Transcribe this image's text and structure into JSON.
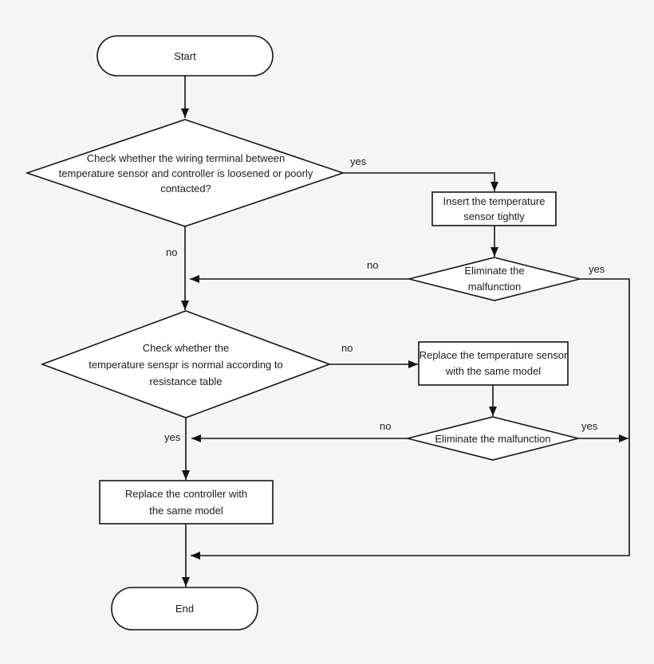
{
  "diagram": {
    "type": "flowchart",
    "colors": {
      "background": "#f5f5f5",
      "shape_fill": "#ffffff",
      "line": "#141414",
      "text": "#1b1b1b"
    },
    "nodes": {
      "start": {
        "type": "terminator",
        "lines": [
          "Start"
        ]
      },
      "check_wiring_terminal": {
        "type": "decision",
        "lines": [
          "Check whether the wiring terminal between",
          "temperature sensor and controller is loosened or poorly",
          "contacted?"
        ]
      },
      "insert_sensor": {
        "type": "process",
        "lines": [
          "Insert the temperature",
          "sensor tightly"
        ]
      },
      "eliminate_malfunction_1": {
        "type": "decision",
        "lines": [
          "Eliminate the",
          "malfunction"
        ]
      },
      "check_sensor_normal": {
        "type": "decision",
        "lines": [
          "Check whether the",
          "temperature senspr is normal according to",
          "resistance table"
        ]
      },
      "replace_sensor": {
        "type": "process",
        "lines": [
          "Replace the temperature sensor",
          "with the same model"
        ]
      },
      "eliminate_malfunction_2": {
        "type": "decision",
        "lines": [
          "Eliminate the malfunction"
        ]
      },
      "replace_controller": {
        "type": "process",
        "lines": [
          "Replace the controller with",
          "the same model"
        ]
      },
      "end": {
        "type": "terminator",
        "lines": [
          "End"
        ]
      }
    },
    "edges": [
      {
        "id": "start-to-wiring",
        "from": "start",
        "to": "check_wiring_terminal",
        "label": ""
      },
      {
        "id": "wiring-yes",
        "from": "check_wiring_terminal",
        "to": "insert_sensor",
        "label": "yes"
      },
      {
        "id": "insert-to-eliminate1",
        "from": "insert_sensor",
        "to": "eliminate_malfunction_1",
        "label": ""
      },
      {
        "id": "eliminate1-no",
        "from": "eliminate_malfunction_1",
        "to": "check_sensor_normal",
        "label": "no"
      },
      {
        "id": "wiring-no",
        "from": "check_wiring_terminal",
        "to": "check_sensor_normal",
        "label": "no"
      },
      {
        "id": "eliminate1-yes",
        "from": "eliminate_malfunction_1",
        "to": "end",
        "label": "yes"
      },
      {
        "id": "sensor-no",
        "from": "check_sensor_normal",
        "to": "replace_sensor",
        "label": "no"
      },
      {
        "id": "replace-sensor-to-eliminate2",
        "from": "replace_sensor",
        "to": "eliminate_malfunction_2",
        "label": ""
      },
      {
        "id": "eliminate2-no",
        "from": "eliminate_malfunction_2",
        "to": "replace_controller",
        "label": "no"
      },
      {
        "id": "eliminate2-yes",
        "from": "eliminate_malfunction_2",
        "to": "end",
        "label": "yes"
      },
      {
        "id": "sensor-yes",
        "from": "check_sensor_normal",
        "to": "replace_controller",
        "label": "yes"
      },
      {
        "id": "controller-to-end",
        "from": "replace_controller",
        "to": "end",
        "label": ""
      }
    ]
  }
}
